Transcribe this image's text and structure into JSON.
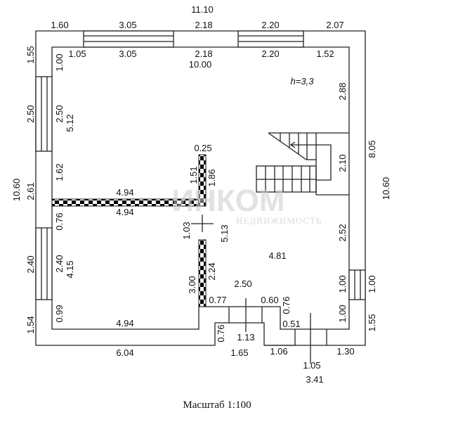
{
  "plan": {
    "height_note": "h=3,3",
    "caption": "Масштаб 1:100",
    "watermark": {
      "brand": "ИНКОМ",
      "sub": "НЕДВИЖИМОСТЬ"
    },
    "labels": [
      "11.10",
      "1.60",
      "3.05",
      "2.18",
      "2.20",
      "2.07",
      "1.05",
      "3.05",
      "2.18",
      "10.00",
      "2.20",
      "1.52",
      "1.55",
      "2.50",
      "10.60",
      "2.61",
      "2.40",
      "1.54",
      "1.00",
      "2.50",
      "5.12",
      "1.62",
      "0.76",
      "2.40",
      "4.15",
      "0.99",
      "4.94",
      "4.94",
      "4.94",
      "6.04",
      "0.25",
      "1.51",
      "1.86",
      "1.03",
      "5.13",
      "3.00",
      "2.24",
      "0.77",
      "2.88",
      "2.10",
      "8.05",
      "10.60",
      "2.52",
      "1.00",
      "1.00",
      "1.00",
      "1.55",
      "4.81",
      "2.50",
      "0.60",
      "0.76",
      "0.51",
      "0.76",
      "1.13",
      "1.65",
      "1.06",
      "1.30",
      "1.05",
      "3.41"
    ]
  }
}
